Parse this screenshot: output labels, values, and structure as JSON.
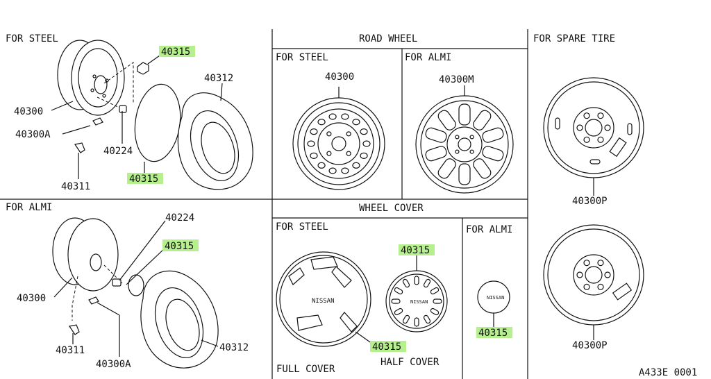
{
  "sections": {
    "steel_header": "FOR STEEL",
    "almi_header": "FOR ALMI",
    "road_wheel": "ROAD WHEEL",
    "road_steel": "FOR STEEL",
    "road_almi": "FOR ALMI",
    "wheel_cover": "WHEEL COVER",
    "cover_steel": "FOR STEEL",
    "cover_almi": "FOR ALMI",
    "spare": "FOR SPARE TIRE",
    "full_cover": "FULL COVER",
    "half_cover": "HALF COVER"
  },
  "parts": {
    "steel_nut": "40315",
    "steel_tire": "40312",
    "steel_wheel": "40300",
    "steel_weight": "40300A",
    "steel_ornament": "40224",
    "steel_cap": "40315",
    "steel_valve": "40311",
    "almi_ornament": "40224",
    "almi_nut": "40315",
    "almi_wheel": "40300",
    "almi_valve": "40311",
    "almi_weight": "40300A",
    "almi_tire": "40312",
    "road_steel_wheel": "40300",
    "road_almi_wheel": "40300M",
    "half_cover_part": "40315",
    "full_cover_part": "40315",
    "almi_cap_part": "40315",
    "spare_top": "40300P",
    "spare_bottom": "40300P"
  },
  "logos": {
    "nissan": "NISSAN",
    "nissan_small": "NISSAN"
  },
  "footer": {
    "code": "A433E 0001"
  },
  "highlight_color": "#b6ef8e"
}
